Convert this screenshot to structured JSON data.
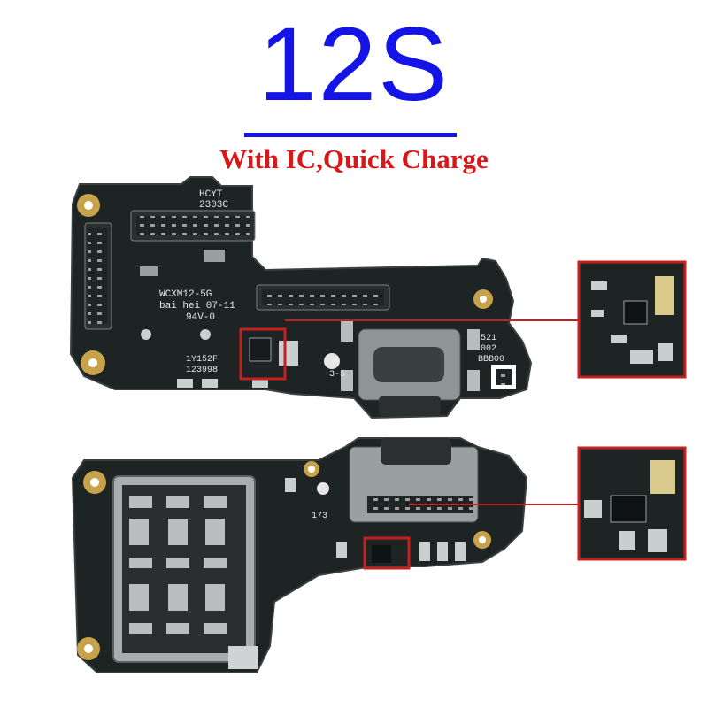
{
  "header": {
    "model": "12S",
    "subtitle": "With IC,Quick Charge"
  },
  "top_board": {
    "silk_labels": {
      "top_right_1": "HCYT",
      "top_right_2": "2303C",
      "center_1": "WCXM12-5G",
      "center_2": "bai hei 07-11",
      "center_3": "94V-0",
      "lower_left_1": "1Y152F",
      "lower_left_2": "123998",
      "right_1": "521",
      "right_2": "002",
      "right_3": "BBB00",
      "near_port": "3-5"
    }
  },
  "bottom_board": {
    "silk_labels": {
      "left_mark": "173"
    }
  },
  "colors": {
    "title": "#1414e6",
    "subtitle": "#d81818",
    "highlight": "#c42020",
    "pcb": "#1e2323",
    "gold": "#c8a24a"
  }
}
